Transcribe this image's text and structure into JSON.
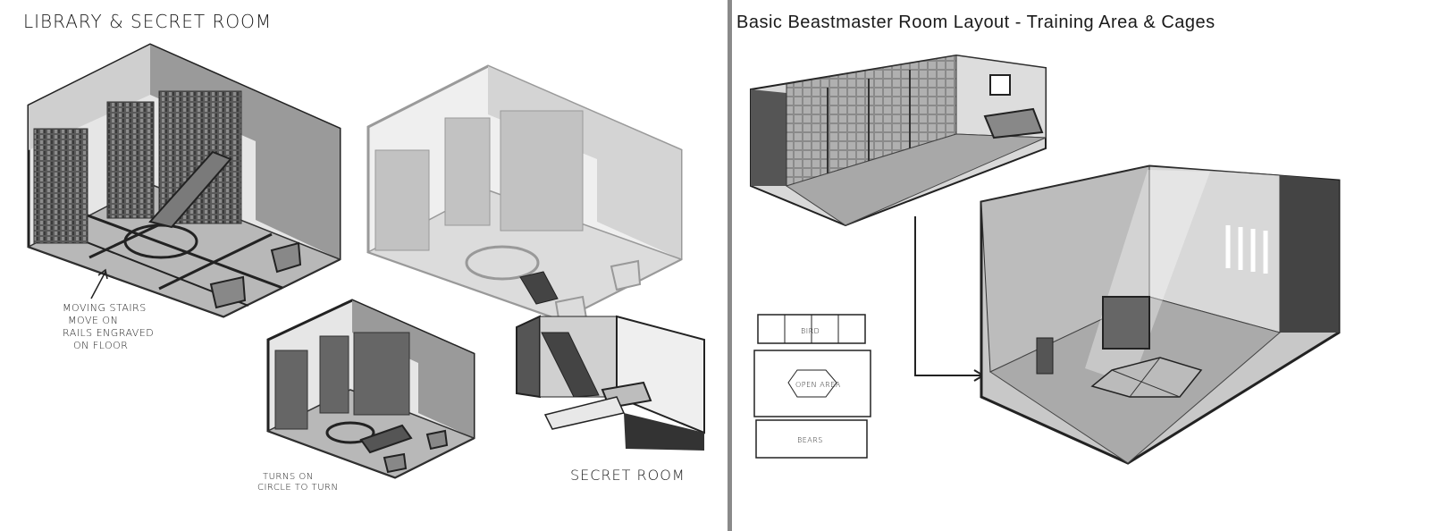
{
  "left": {
    "title": "LIBRARY & SECRET ROOM",
    "note_stairs": [
      "MOVING STAIRS",
      "MOVE ON",
      "RAILS ENGRAVED",
      "ON FLOOR"
    ],
    "note_turn": [
      "TURNS ON",
      "CIRCLE TO TURN"
    ],
    "secret_label": "SECRET ROOM"
  },
  "right": {
    "title": "Basic Beastmaster Room Layout - Training Area & Cages",
    "floorplan": {
      "bird": "BIRD",
      "open": "OPEN AREA",
      "bears": "BEARS"
    }
  }
}
